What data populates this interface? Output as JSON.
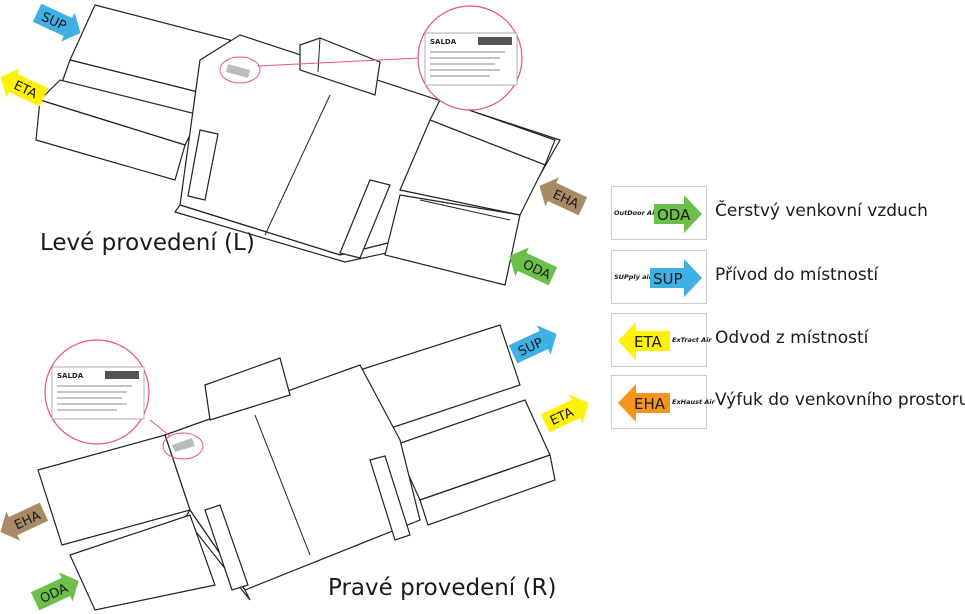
{
  "captions": {
    "left": "Levé provedení (L)",
    "right": "Pravé provedení (R)"
  },
  "arrows": {
    "sup": "SUP",
    "eta": "ETA",
    "eha": "EHA",
    "oda": "ODA"
  },
  "colors": {
    "oda": "#6cc04a",
    "sup": "#3fb0e4",
    "eta": "#fff200",
    "eha": "#f7941d",
    "eha_diagram": "#a88a66",
    "label_circle": "#e8557a"
  },
  "label_plate": {
    "brand": "SALDA"
  },
  "legend": [
    {
      "key": "oda",
      "code": "ODA",
      "small": "OutDoor Air",
      "text": "Čerstvý venkovní vzduch"
    },
    {
      "key": "sup",
      "code": "SUP",
      "small": "SUPply air",
      "text": "Přívod do místností"
    },
    {
      "key": "eta",
      "code": "ETA",
      "small": "ExTract Air",
      "text": "Odvod z místností"
    },
    {
      "key": "eha",
      "code": "EHA",
      "small": "ExHaust Air",
      "text": "Výfuk do venkovního prostoru"
    }
  ]
}
